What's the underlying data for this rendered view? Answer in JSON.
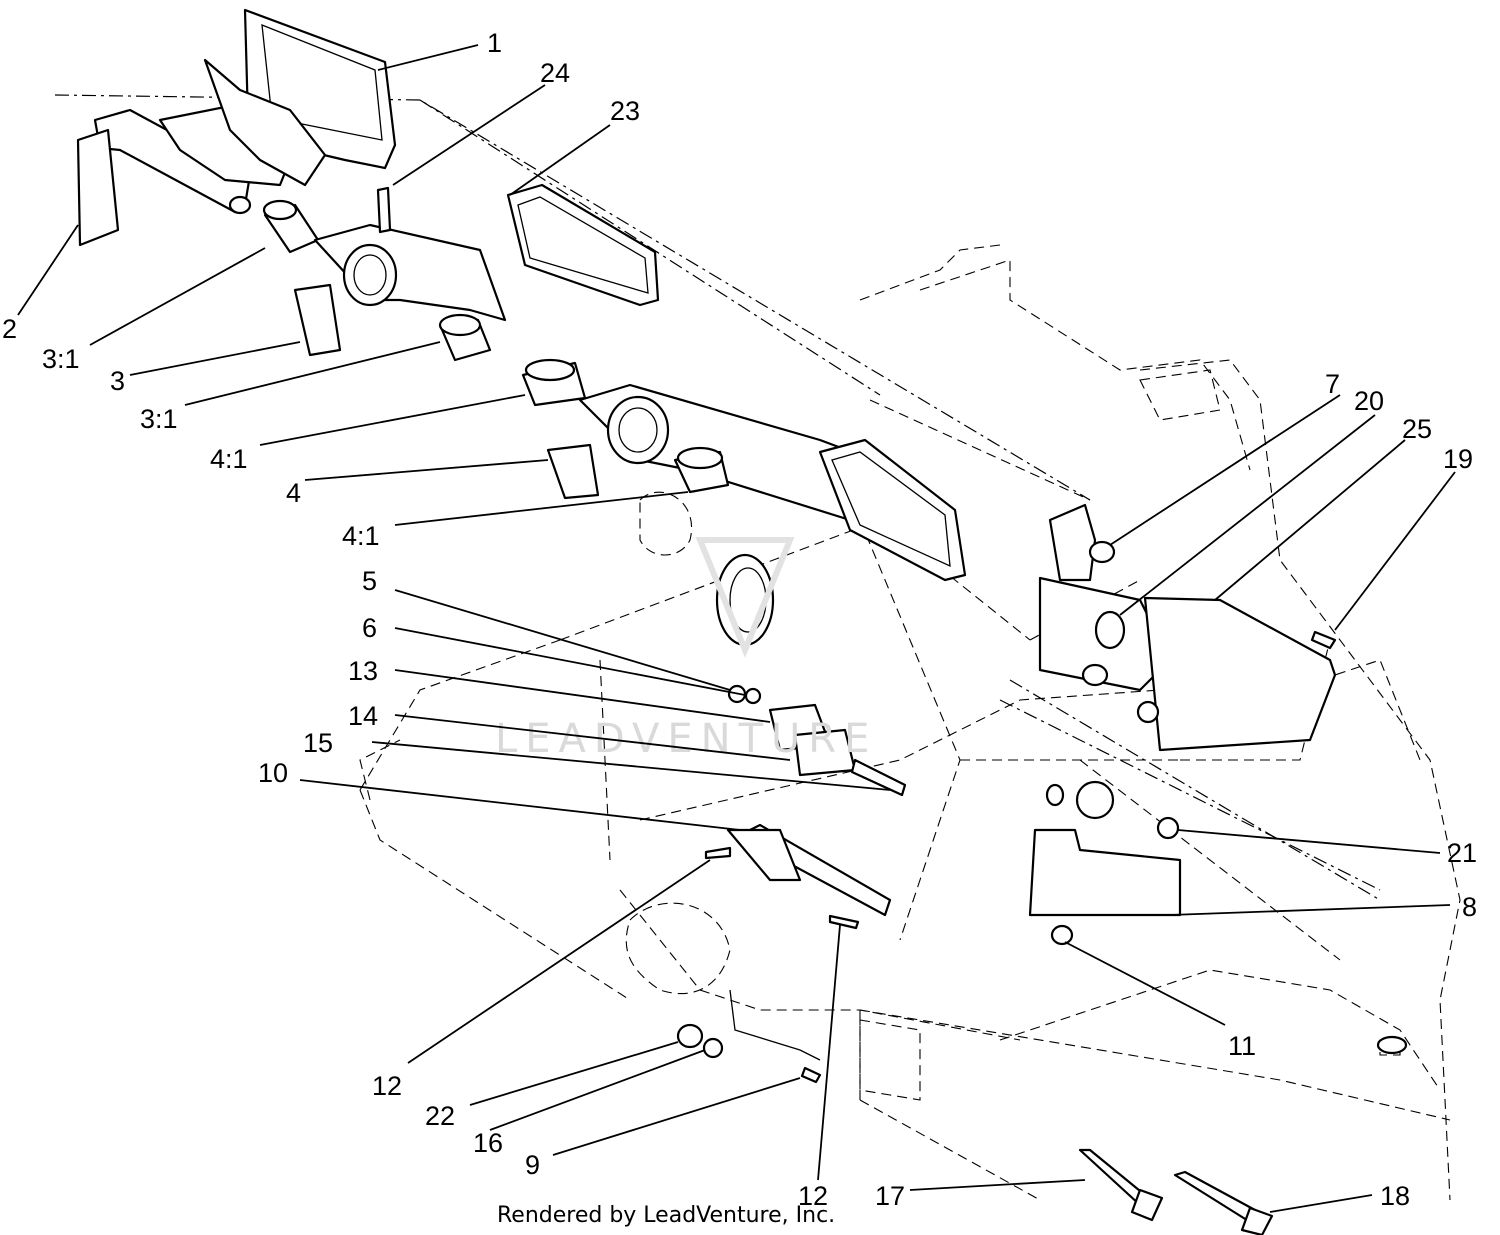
{
  "diagram": {
    "callouts": [
      {
        "id": "c1",
        "text": "1"
      },
      {
        "id": "c24",
        "text": "24"
      },
      {
        "id": "c23",
        "text": "23"
      },
      {
        "id": "c2",
        "text": "2"
      },
      {
        "id": "c3_1a",
        "text": "3:1"
      },
      {
        "id": "c3",
        "text": "3"
      },
      {
        "id": "c3_1b",
        "text": "3:1"
      },
      {
        "id": "c4_1a",
        "text": "4:1"
      },
      {
        "id": "c4",
        "text": "4"
      },
      {
        "id": "c4_1b",
        "text": "4:1"
      },
      {
        "id": "c7",
        "text": "7"
      },
      {
        "id": "c20",
        "text": "20"
      },
      {
        "id": "c25",
        "text": "25"
      },
      {
        "id": "c19",
        "text": "19"
      },
      {
        "id": "c5",
        "text": "5"
      },
      {
        "id": "c6",
        "text": "6"
      },
      {
        "id": "c13",
        "text": "13"
      },
      {
        "id": "c14",
        "text": "14"
      },
      {
        "id": "c15",
        "text": "15"
      },
      {
        "id": "c10",
        "text": "10"
      },
      {
        "id": "c21",
        "text": "21"
      },
      {
        "id": "c8",
        "text": "8"
      },
      {
        "id": "c11",
        "text": "11"
      },
      {
        "id": "c12a",
        "text": "12"
      },
      {
        "id": "c22",
        "text": "22"
      },
      {
        "id": "c16",
        "text": "16"
      },
      {
        "id": "c9",
        "text": "9"
      },
      {
        "id": "c12b",
        "text": "12"
      },
      {
        "id": "c17",
        "text": "17"
      },
      {
        "id": "c18",
        "text": "18"
      }
    ],
    "watermark": "LEADVENTURE",
    "footer": "Rendered by LeadVenture, Inc."
  }
}
